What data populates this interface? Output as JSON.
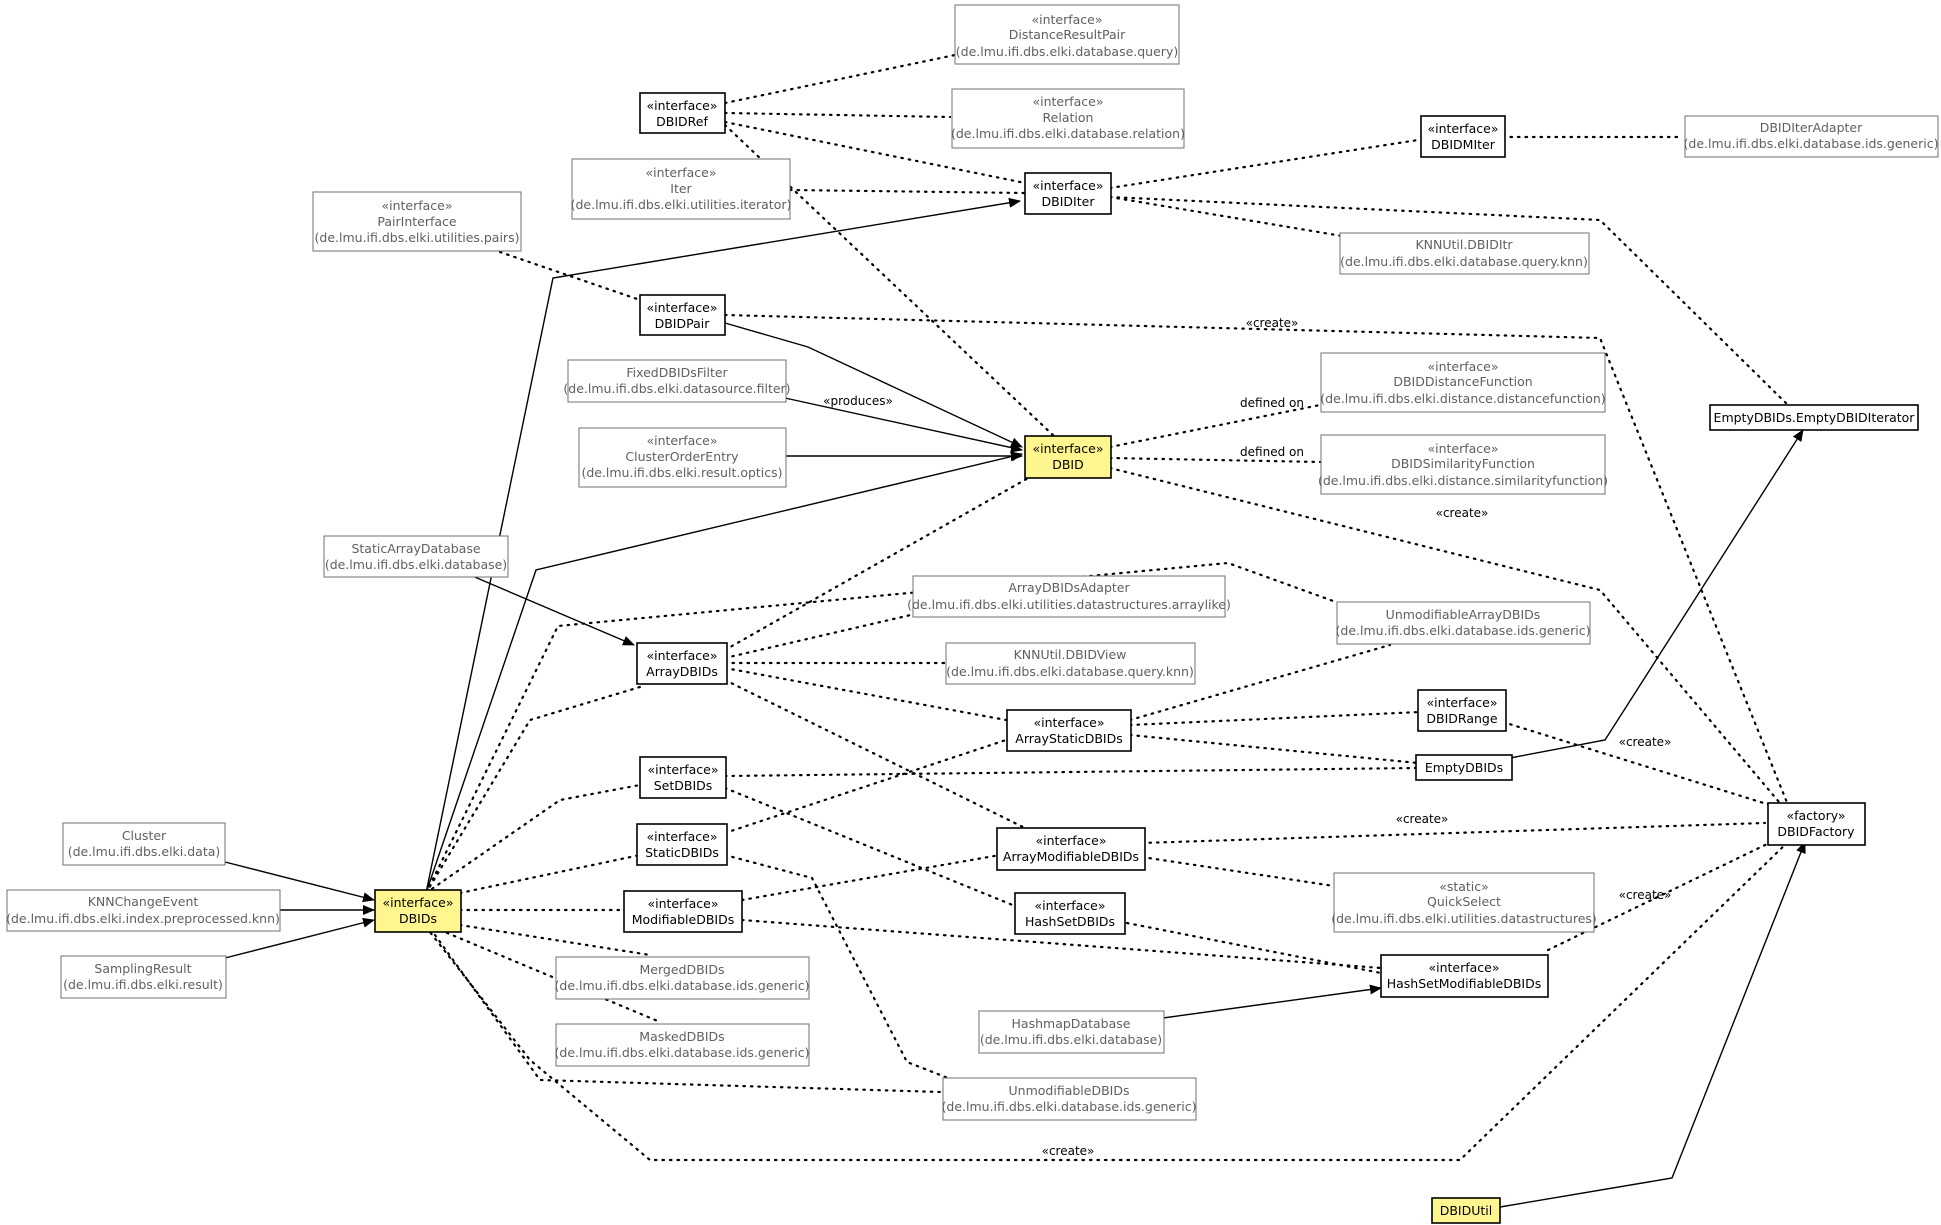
{
  "nodes": [
    {
      "id": "distanceresultpair",
      "stereotype": "«interface»",
      "name": "DistanceResultPair",
      "pkg": "(de.lmu.ifi.dbs.elki.database.query)",
      "kind": "external"
    },
    {
      "id": "dbidref",
      "stereotype": "«interface»",
      "name": "DBIDRef",
      "pkg": "",
      "kind": "internal"
    },
    {
      "id": "relation",
      "stereotype": "«interface»",
      "name": "Relation",
      "pkg": "(de.lmu.ifi.dbs.elki.database.relation)",
      "kind": "external"
    },
    {
      "id": "dbidmiter",
      "stereotype": "«interface»",
      "name": "DBIDMIter",
      "pkg": "",
      "kind": "internal"
    },
    {
      "id": "dbiditeradapter",
      "stereotype": "",
      "name": "DBIDIterAdapter",
      "pkg": "(de.lmu.ifi.dbs.elki.database.ids.generic)",
      "kind": "external"
    },
    {
      "id": "iter",
      "stereotype": "«interface»",
      "name": "Iter",
      "pkg": "(de.lmu.ifi.dbs.elki.utilities.iterator)",
      "kind": "external"
    },
    {
      "id": "dbiditer",
      "stereotype": "«interface»",
      "name": "DBIDIter",
      "pkg": "",
      "kind": "internal"
    },
    {
      "id": "pairinterface",
      "stereotype": "«interface»",
      "name": "PairInterface",
      "pkg": "(de.lmu.ifi.dbs.elki.utilities.pairs)",
      "kind": "external"
    },
    {
      "id": "knnutildbiditr",
      "stereotype": "",
      "name": "KNNUtil.DBIDItr",
      "pkg": "(de.lmu.ifi.dbs.elki.database.query.knn)",
      "kind": "external"
    },
    {
      "id": "dbidpair",
      "stereotype": "«interface»",
      "name": "DBIDPair",
      "pkg": "",
      "kind": "internal"
    },
    {
      "id": "fixeddbidsfilter",
      "stereotype": "",
      "name": "FixedDBIDsFilter",
      "pkg": "(de.lmu.ifi.dbs.elki.datasource.filter)",
      "kind": "external"
    },
    {
      "id": "dbiddistancefunction",
      "stereotype": "«interface»",
      "name": "DBIDDistanceFunction",
      "pkg": "(de.lmu.ifi.dbs.elki.distance.distancefunction)",
      "kind": "external"
    },
    {
      "id": "emptydbiditerator",
      "stereotype": "",
      "name": "EmptyDBIDs.EmptyDBIDIterator",
      "pkg": "",
      "kind": "internal"
    },
    {
      "id": "clusterorderentry",
      "stereotype": "«interface»",
      "name": "ClusterOrderEntry",
      "pkg": "(de.lmu.ifi.dbs.elki.result.optics)",
      "kind": "external"
    },
    {
      "id": "dbid",
      "stereotype": "«interface»",
      "name": "DBID",
      "pkg": "",
      "kind": "internal",
      "highlight": true
    },
    {
      "id": "dbidsimilarityfunction",
      "stereotype": "«interface»",
      "name": "DBIDSimilarityFunction",
      "pkg": "(de.lmu.ifi.dbs.elki.distance.similarityfunction)",
      "kind": "external"
    },
    {
      "id": "staticarraydatabase",
      "stereotype": "",
      "name": "StaticArrayDatabase",
      "pkg": "(de.lmu.ifi.dbs.elki.database)",
      "kind": "external"
    },
    {
      "id": "arraydbidsadapter",
      "stereotype": "",
      "name": "ArrayDBIDsAdapter",
      "pkg": "(de.lmu.ifi.dbs.elki.utilities.datastructures.arraylike)",
      "kind": "external"
    },
    {
      "id": "unmodifiablearraydbids",
      "stereotype": "",
      "name": "UnmodifiableArrayDBIDs",
      "pkg": "(de.lmu.ifi.dbs.elki.database.ids.generic)",
      "kind": "external"
    },
    {
      "id": "arraydbids",
      "stereotype": "«interface»",
      "name": "ArrayDBIDs",
      "pkg": "",
      "kind": "internal"
    },
    {
      "id": "knnutildbidview",
      "stereotype": "",
      "name": "KNNUtil.DBIDView",
      "pkg": "(de.lmu.ifi.dbs.elki.database.query.knn)",
      "kind": "external"
    },
    {
      "id": "dbidrange",
      "stereotype": "«interface»",
      "name": "DBIDRange",
      "pkg": "",
      "kind": "internal"
    },
    {
      "id": "arraystaticdbids",
      "stereotype": "«interface»",
      "name": "ArrayStaticDBIDs",
      "pkg": "",
      "kind": "internal"
    },
    {
      "id": "emptydbids",
      "stereotype": "",
      "name": "EmptyDBIDs",
      "pkg": "",
      "kind": "internal"
    },
    {
      "id": "setdbids",
      "stereotype": "«interface»",
      "name": "SetDBIDs",
      "pkg": "",
      "kind": "internal"
    },
    {
      "id": "dbidfactory",
      "stereotype": "«factory»",
      "name": "DBIDFactory",
      "pkg": "",
      "kind": "internal"
    },
    {
      "id": "cluster",
      "stereotype": "",
      "name": "Cluster",
      "pkg": "(de.lmu.ifi.dbs.elki.data)",
      "kind": "external"
    },
    {
      "id": "staticdbids",
      "stereotype": "«interface»",
      "name": "StaticDBIDs",
      "pkg": "",
      "kind": "internal"
    },
    {
      "id": "arraymodifiabledbids",
      "stereotype": "«interface»",
      "name": "ArrayModifiableDBIDs",
      "pkg": "",
      "kind": "internal"
    },
    {
      "id": "quickselect",
      "stereotype": "«static»",
      "name": "QuickSelect",
      "pkg": "(de.lmu.ifi.dbs.elki.utilities.datastructures)",
      "kind": "external"
    },
    {
      "id": "knnchangeevent",
      "stereotype": "",
      "name": "KNNChangeEvent",
      "pkg": "(de.lmu.ifi.dbs.elki.index.preprocessed.knn)",
      "kind": "external"
    },
    {
      "id": "dbids",
      "stereotype": "«interface»",
      "name": "DBIDs",
      "pkg": "",
      "kind": "internal",
      "highlight": true
    },
    {
      "id": "modifiabledbids",
      "stereotype": "«interface»",
      "name": "ModifiableDBIDs",
      "pkg": "",
      "kind": "internal"
    },
    {
      "id": "hashsetdbids",
      "stereotype": "«interface»",
      "name": "HashSetDBIDs",
      "pkg": "",
      "kind": "internal"
    },
    {
      "id": "hashsetmodifiabledbids",
      "stereotype": "«interface»",
      "name": "HashSetModifiableDBIDs",
      "pkg": "",
      "kind": "internal"
    },
    {
      "id": "samplingresult",
      "stereotype": "",
      "name": "SamplingResult",
      "pkg": "(de.lmu.ifi.dbs.elki.result)",
      "kind": "external"
    },
    {
      "id": "mergeddbids",
      "stereotype": "",
      "name": "MergedDBIDs",
      "pkg": "(de.lmu.ifi.dbs.elki.database.ids.generic)",
      "kind": "external"
    },
    {
      "id": "maskeddbids",
      "stereotype": "",
      "name": "MaskedDBIDs",
      "pkg": "(de.lmu.ifi.dbs.elki.database.ids.generic)",
      "kind": "external"
    },
    {
      "id": "hashmapdatabase",
      "stereotype": "",
      "name": "HashmapDatabase",
      "pkg": "(de.lmu.ifi.dbs.elki.database)",
      "kind": "external"
    },
    {
      "id": "unmodifiabledbids",
      "stereotype": "",
      "name": "UnmodifiableDBIDs",
      "pkg": "(de.lmu.ifi.dbs.elki.database.ids.generic)",
      "kind": "external"
    },
    {
      "id": "dbidutil",
      "stereotype": "",
      "name": "DBIDUtil",
      "pkg": "",
      "kind": "internal",
      "highlight": true
    }
  ],
  "edge_labels": [
    {
      "id": "produces",
      "text": "«produces»"
    },
    {
      "id": "defined_on_1",
      "text": "defined on"
    },
    {
      "id": "defined_on_2",
      "text": "defined on"
    },
    {
      "id": "create_1",
      "text": "«create»"
    },
    {
      "id": "create_2",
      "text": "«create»"
    },
    {
      "id": "create_3",
      "text": "«create»"
    },
    {
      "id": "create_4",
      "text": "«create»"
    },
    {
      "id": "create_5",
      "text": "«create»"
    },
    {
      "id": "create_6",
      "text": "«create»"
    }
  ]
}
